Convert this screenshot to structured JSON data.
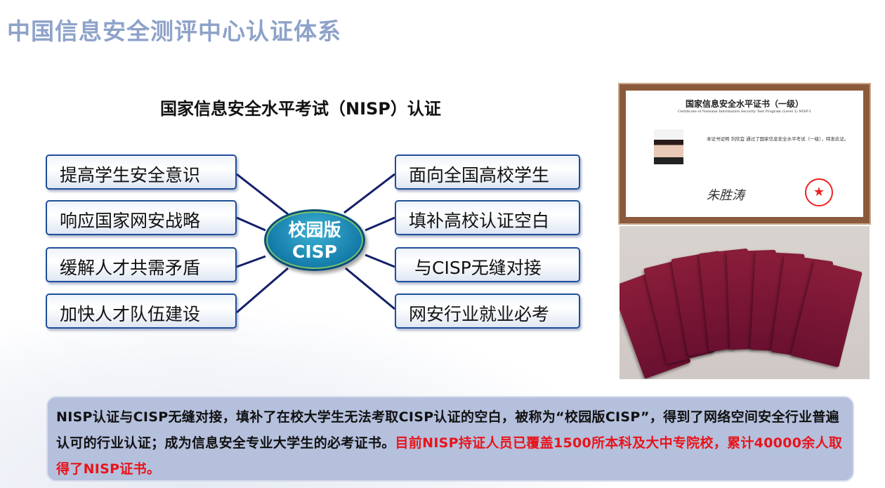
{
  "title": "中国信息安全测评中心认证体系",
  "subtitle": "国家信息安全水平考试（NISP）认证",
  "hub": {
    "line1": "校园版",
    "line2": "CISP"
  },
  "left_items": [
    "提高学生安全意识",
    "响应国家网安战略",
    "缓解人才共需矛盾",
    "加快人才队伍建设"
  ],
  "right_items": [
    "面向全国高校学生",
    "填补高校认证空白",
    "与CISP无缝对接",
    "网安行业就业必考"
  ],
  "certificate": {
    "title": "国家信息安全水平证书（一级）",
    "title_en": "Certificate of National Information Security Test Program (Level 1) NISP-1",
    "body": "本证书证明 刘欣宜 通过了国家信息安全水平考试（一级），特发此证。",
    "signature": "朱胜涛"
  },
  "summary": {
    "black": "NISP认证与CISP无缝对接，填补了在校大学生无法考取CISP认证的空白，被称为“校园版CISP”，得到了网络空间安全行业普遍认可的行业认证；成为信息安全专业大学生的必考证书。",
    "red": "目前NISP持证人员已覆盖1500所本科及大中专院校，累计40000余人取得了NISP证书。"
  },
  "colors": {
    "title": "#8ea2c9",
    "accent_red": "#e8141a",
    "box_border": "#1f4f9a"
  }
}
